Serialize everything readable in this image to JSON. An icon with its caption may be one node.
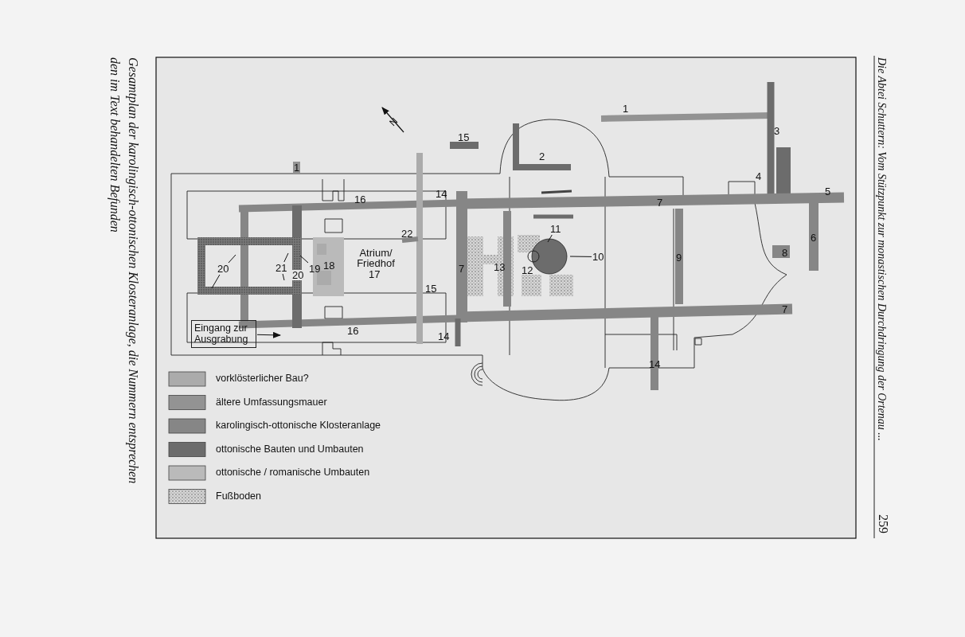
{
  "diagram": {
    "caption": "Gesamtplan der karolingisch-ottonischen Klosteranlage, die Nummern entsprechen den im Text behandelten Befunden",
    "nodes": [
      {
        "text": [
          "11"
        ]
      },
      {
        "text": [
          "20"
        ]
      },
      {
        "text": [
          "21"
        ]
      },
      {
        "text": [
          "19"
        ]
      },
      {
        "text": [
          "10"
        ]
      },
      {
        "text": [
          "Eingang zur Ausgrabung"
        ]
      }
    ],
    "edges": [
      {
        "from": 0,
        "to": null,
        "arrow": "none"
      },
      {
        "from": 1,
        "to": null,
        "arrow": "none"
      },
      {
        "from": 1,
        "to": null,
        "arrow": "none"
      },
      {
        "from": 2,
        "to": null,
        "arrow": "none"
      },
      {
        "from": 2,
        "to": null,
        "arrow": "none"
      },
      {
        "from": 3,
        "to": null,
        "arrow": "none"
      },
      {
        "from": 4,
        "to": null,
        "arrow": "none"
      },
      {
        "from": 5,
        "to": null,
        "arrow": "to"
      }
    ],
    "labels": [
      "Die Abtei Schuttern: Vom Stützpunkt zur monastischen Durchdringung der Ortenau ...",
      "1",
      "N",
      "3",
      "15",
      "2",
      "1",
      "4",
      "5",
      "14",
      "16",
      "7",
      "22",
      "6",
      "8",
      "9",
      "Atrium/ Friedhof",
      "18",
      "7",
      "13",
      "12",
      "20",
      "17",
      "15",
      "7",
      "16",
      "14",
      "14",
      "259"
    ],
    "legend": [
      {
        "text": "vorklösterlicher Bau?",
        "color": "#ababab"
      },
      {
        "text": "ältere Umfassungsmauer",
        "color": "#939393"
      },
      {
        "text": "karolingisch-ottonische Klosteranlage",
        "color": "#868686"
      },
      {
        "text": "ottonische Bauten und Umbauten",
        "color": "#6c6c6c"
      },
      {
        "text": "ottonische / romanische Umbauten",
        "color": "#bababa"
      },
      {
        "text": "Fußboden"
      }
    ]
  }
}
